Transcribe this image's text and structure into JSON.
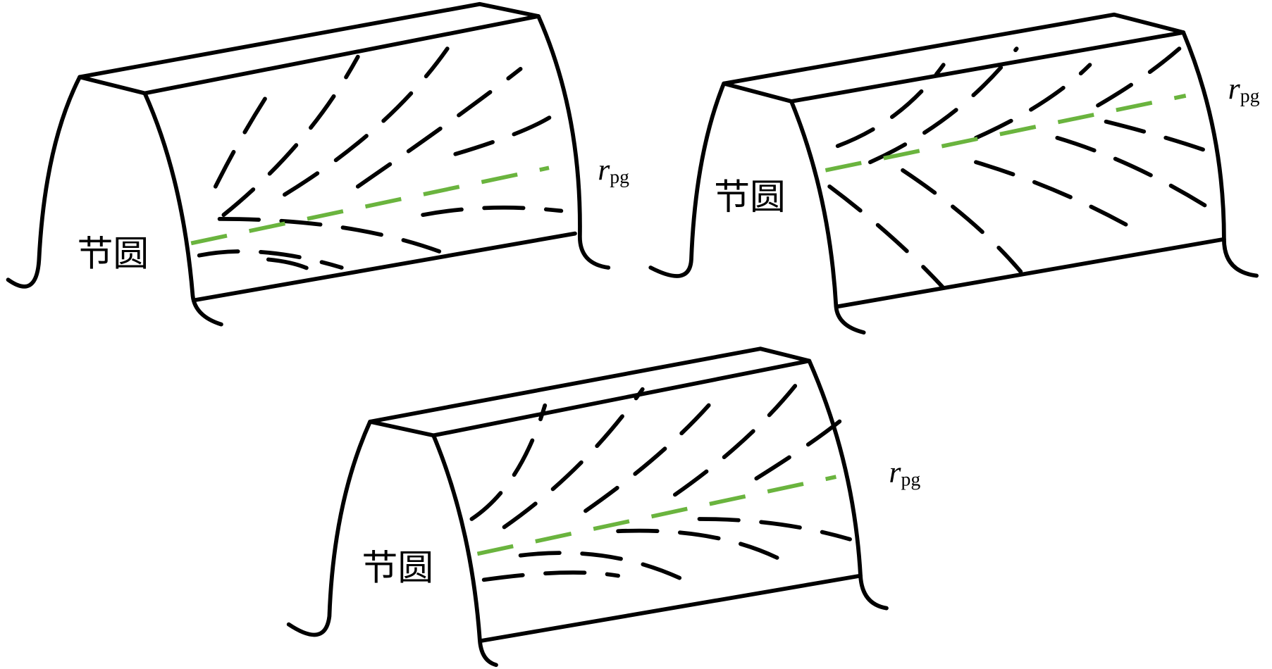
{
  "diagrams": [
    {
      "pitch_label": "节圆",
      "radius_symbol": "r",
      "radius_subscript": "pg"
    },
    {
      "pitch_label": "节圆",
      "radius_symbol": "r",
      "radius_subscript": "pg"
    },
    {
      "pitch_label": "节圆",
      "radius_symbol": "r",
      "radius_subscript": "pg"
    }
  ],
  "colors": {
    "outline": "#000000",
    "pitch_line": "#6ab43e"
  }
}
